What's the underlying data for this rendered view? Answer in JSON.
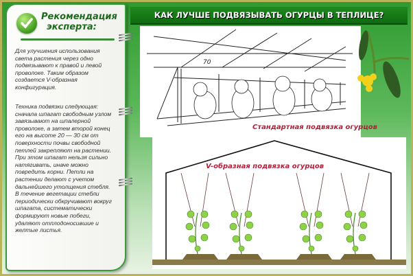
{
  "expert": {
    "title_line1": "Рекомендация",
    "title_line2": "эксперта:",
    "paragraph1": "Для улучшения использования света растения через одно подвязывают к правой и левой проволоке. Таким образом создается V-образная конфигурация.",
    "paragraph2": "Техника подвязки следующая: сначала шпагат свободным узлом завязывают на шпалерной проволоке, а затем второй конец его на высоте 20 — 30 см от поверхности почвы свободной петлей закрепляют на растении. При этом шпагат нельзя сильно натягивать, иначе можно повредить корни. Петли на растении делают с учетом дальнейшего утолщения стебля. В течение вегетации стебли периодически обкручивают вокруг шпагата, систематически формируют новые побеги, удаляют отплодоносившие и желтые листья."
  },
  "header": {
    "title": "КАК ЛУЧШЕ ПОДВЯЗЫВАТЬ ОГУРЦЫ В ТЕПЛИЦЕ?"
  },
  "diagrams": {
    "standard_caption": "Стандартная подвязка огурцов",
    "standard_mark": "70",
    "v_caption": "V-образная подвязка огурцов"
  },
  "colors": {
    "accent_green": "#1f8a1f",
    "caption_red": "#b0203a"
  }
}
